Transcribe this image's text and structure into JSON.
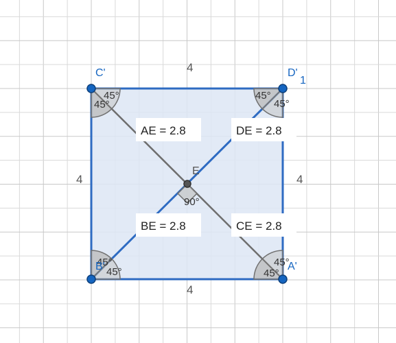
{
  "points": {
    "top_left": "C'",
    "top_right": "D'",
    "top_right_sub": "1",
    "bottom_left": "B'",
    "bottom_right": "A'",
    "center": "E"
  },
  "sides": {
    "top": "4",
    "bottom": "4",
    "left": "4",
    "right": "4"
  },
  "angles": {
    "top_left_a": "45°",
    "top_left_b": "45°",
    "top_right_a": "45°",
    "top_right_b": "45°",
    "bottom_left_a": "45°",
    "bottom_left_b": "45°",
    "bottom_right_a": "45°",
    "bottom_right_b": "45°",
    "center_right": "90°"
  },
  "segments": {
    "ae": "AE = 2.8",
    "de": "DE = 2.8",
    "be": "BE = 2.8",
    "ce": "CE = 2.8"
  },
  "colors": {
    "square_fill": "#dde6f5",
    "square_stroke": "#2e6bc2",
    "diagonal_gray": "#6e6e6e",
    "point_blue": "#1565c0",
    "grid": "#d9d9d9"
  }
}
